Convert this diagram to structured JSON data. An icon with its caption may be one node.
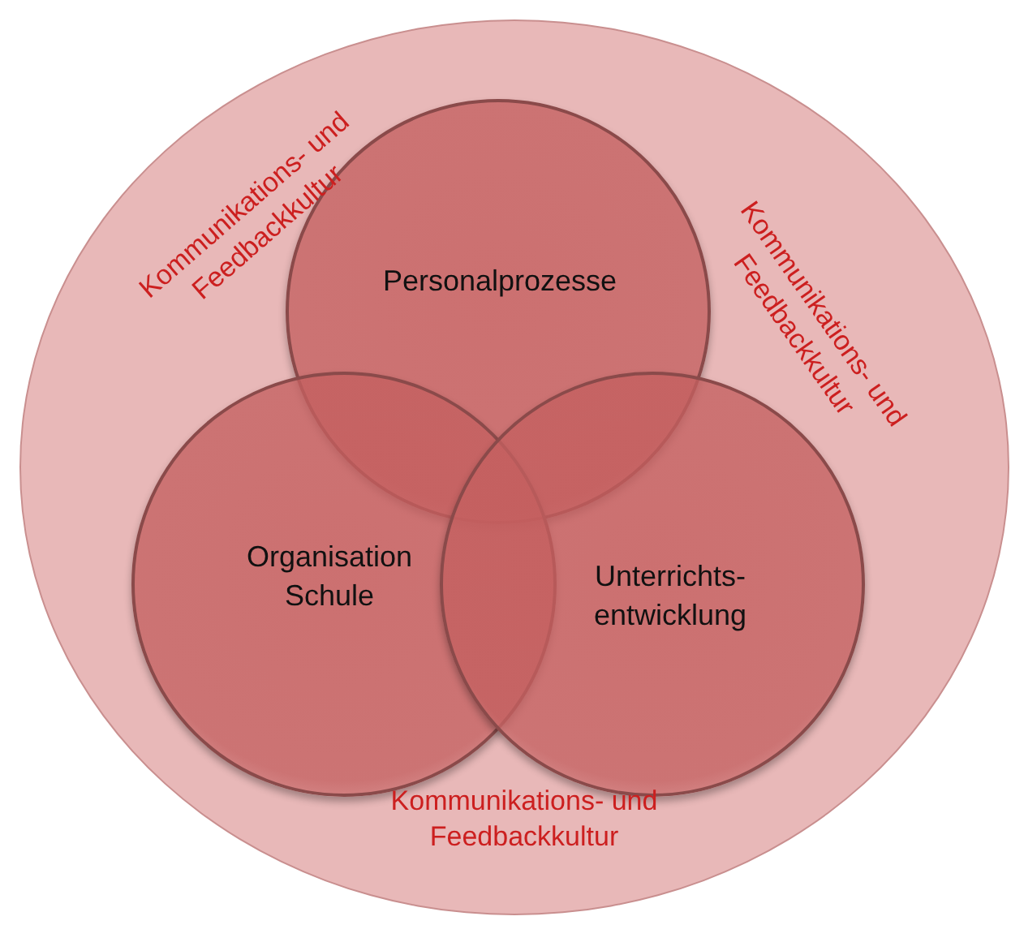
{
  "diagram": {
    "nodes": [
      {
        "text": [
          "Kommunikations- und Feedbackkultur",
          "Kommunikations- und Feedbackkultur",
          "Kommunikations- und Feedbackkultur"
        ]
      },
      {
        "text": [
          "Personalprozesse"
        ],
        "in": 0
      },
      {
        "text": [
          "Organisation Schule"
        ],
        "in": 0
      },
      {
        "text": [
          "Unterrichts- entwicklung"
        ],
        "in": 0
      }
    ]
  }
}
